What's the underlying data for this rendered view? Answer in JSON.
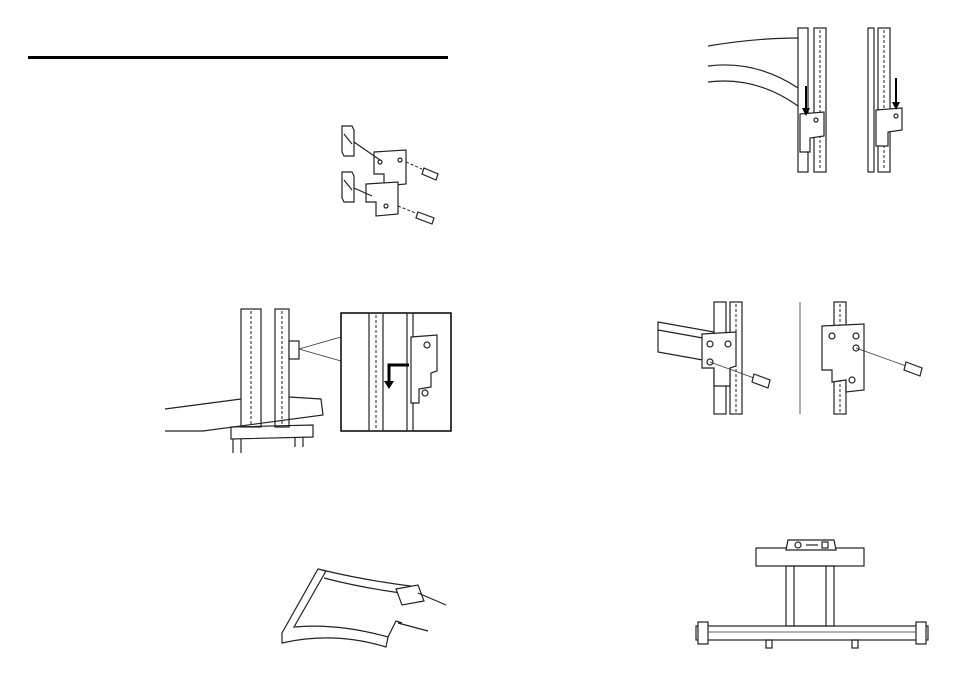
{
  "page": {
    "background": "#ffffff",
    "rule_color": "#000000"
  },
  "figures": [
    {
      "id": "bracket-exploded",
      "icon": "mounting-bracket-exploded-icon"
    },
    {
      "id": "stand-bracket-install",
      "icon": "stand-with-bracket-detail-icon"
    },
    {
      "id": "shelf-frame",
      "icon": "curved-shelf-frame-icon"
    },
    {
      "id": "shelf-hook-onto-rails",
      "icon": "shelf-hooking-onto-rail-icon"
    },
    {
      "id": "shelf-screw-fasten",
      "icon": "screw-fastening-icon"
    },
    {
      "id": "stand-leveling",
      "icon": "spirit-level-on-stand-icon"
    }
  ]
}
